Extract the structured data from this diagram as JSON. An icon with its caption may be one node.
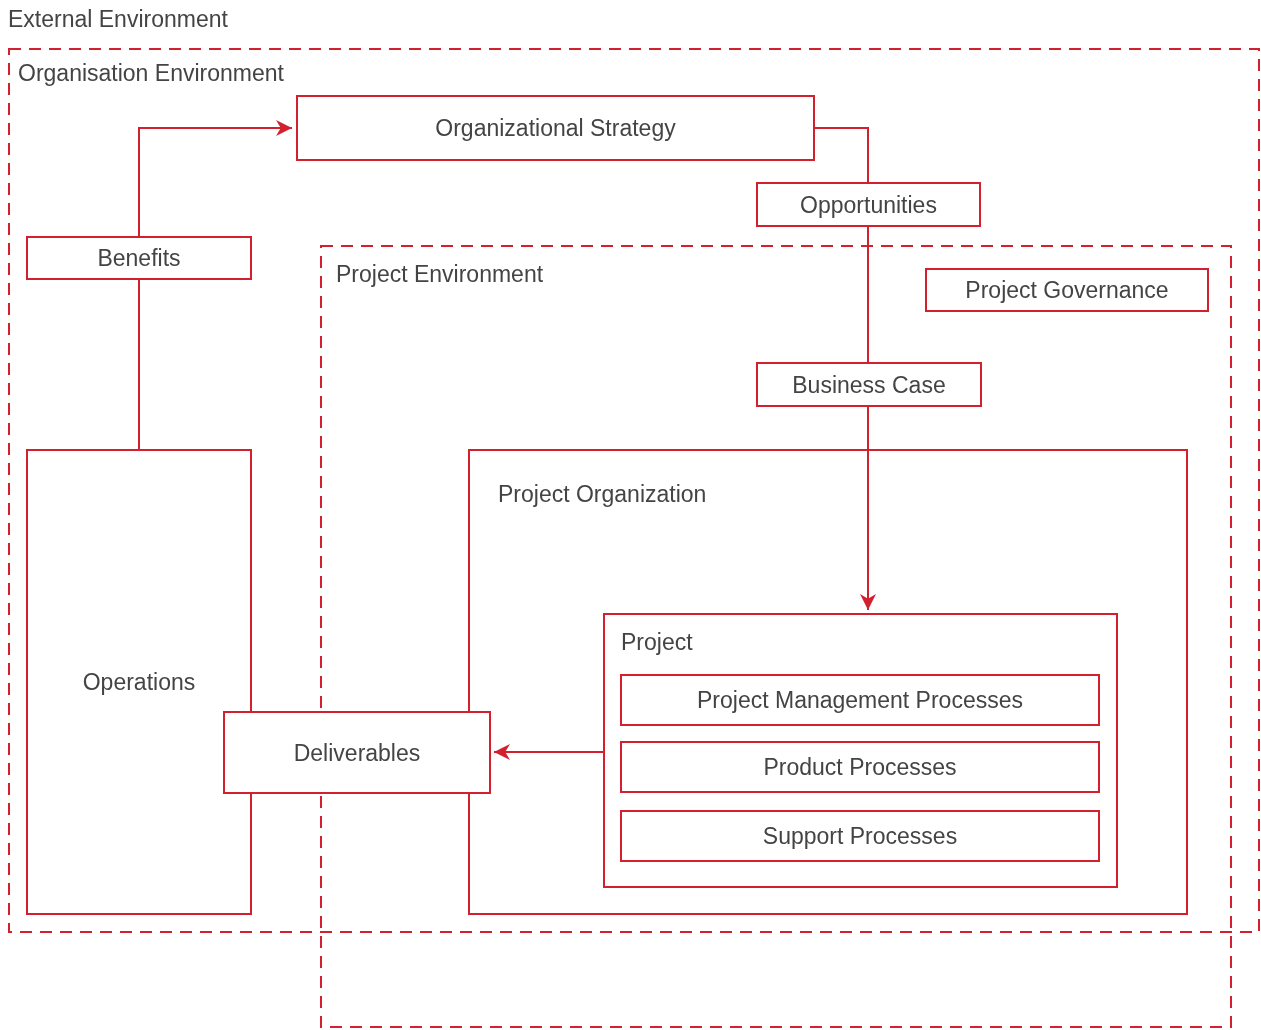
{
  "diagram": {
    "nodes": [
      {
        "text": [
          "Organisation Environment"
        ]
      },
      {
        "text": [
          "Organizational Strategy"
        ],
        "in": 0
      },
      {
        "text": [
          "Opportunities"
        ],
        "in": 0
      },
      {
        "text": [
          "Benefits"
        ],
        "in": 0
      },
      {
        "text": [
          "Operations"
        ],
        "in": 0
      },
      {
        "text": [
          "Project Environment"
        ]
      },
      {
        "text": [
          "Project Governance"
        ],
        "in": 5
      },
      {
        "text": [
          "Business Case"
        ],
        "in": 5
      },
      {
        "text": [
          "Project Organization"
        ],
        "in": 5
      },
      {
        "text": [
          "Project"
        ],
        "in": 8
      },
      {
        "text": [
          "Project Management Processes"
        ],
        "in": 9
      },
      {
        "text": [
          "Product Processes"
        ],
        "in": 9
      },
      {
        "text": [
          "Support Processes"
        ],
        "in": 9
      },
      {
        "text": [
          "Deliverables"
        ],
        "in": 0
      }
    ],
    "edges": [
      {
        "from": 4,
        "to": 3,
        "arrow": "none"
      },
      {
        "from": 3,
        "to": 1,
        "arrow": "to"
      },
      {
        "from": 1,
        "to": 2,
        "arrow": "none"
      },
      {
        "from": 2,
        "to": 7,
        "arrow": "none"
      },
      {
        "from": 7,
        "to": 9,
        "arrow": "to"
      },
      {
        "from": 9,
        "to": 13,
        "arrow": "to"
      }
    ],
    "labels": [
      "External Environment"
    ]
  }
}
